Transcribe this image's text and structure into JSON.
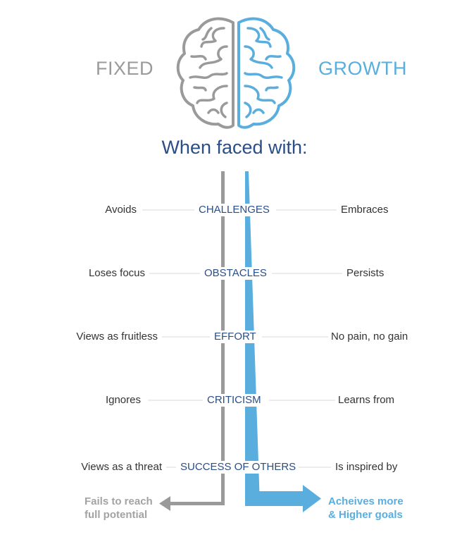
{
  "header": {
    "fixed_label": "FIXED",
    "growth_label": "GROWTH",
    "heading": "When faced with:"
  },
  "rows": [
    {
      "situation": "CHALLENGES",
      "fixed": "Avoids",
      "growth": "Embraces"
    },
    {
      "situation": "OBSTACLES",
      "fixed": "Loses focus",
      "growth": "Persists"
    },
    {
      "situation": "EFFORT",
      "fixed": "Views as fruitless",
      "growth": "No pain, no gain"
    },
    {
      "situation": "CRITICISM",
      "fixed": "Ignores",
      "growth": "Learns from"
    },
    {
      "situation": "SUCCESS OF OTHERS",
      "fixed": "Views as a threat",
      "growth": "Is inspired by"
    }
  ],
  "outcomes": {
    "fixed": [
      "Fails to reach",
      "full potential"
    ],
    "growth": [
      "Acheives more",
      "& Higher goals"
    ]
  },
  "colors": {
    "fixed": "#9a9a9a",
    "growth": "#5aaede",
    "situation": "#2a4e86",
    "connector": "#d9d9d9"
  },
  "icons": {
    "brain": "brain-icon",
    "fixed_arrow": "arrow-left-icon",
    "growth_arrow": "arrow-right-icon"
  }
}
